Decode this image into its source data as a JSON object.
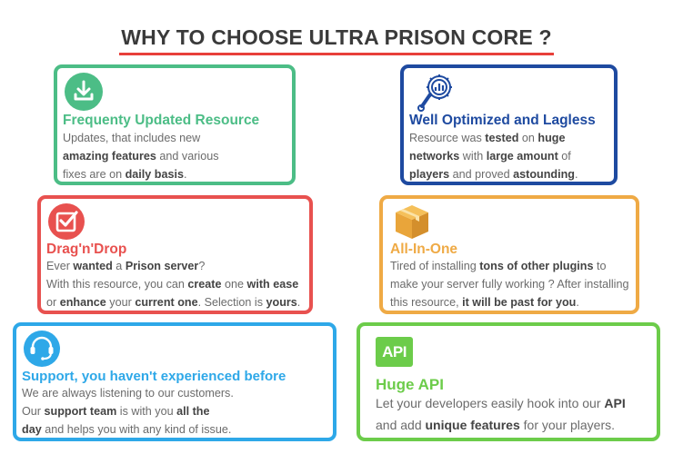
{
  "heading": "WHY TO CHOOSE ULTRA PRISON CORE ?",
  "colors": {
    "green": "#4cbd86",
    "navy": "#1e4aa0",
    "red": "#e8514f",
    "orange": "#efaa45",
    "blue": "#2ea8e8",
    "lime": "#6ccc4a"
  },
  "cards": [
    {
      "title": "Frequenty Updated Resource",
      "icon": "download-icon",
      "lines": [
        [
          {
            "t": "Updates, that includes new"
          }
        ],
        [
          {
            "t": "amazing features",
            "b": true
          },
          {
            "t": " and various"
          }
        ],
        [
          {
            "t": "fixes are on "
          },
          {
            "t": "daily basis",
            "b": true
          },
          {
            "t": "."
          }
        ]
      ]
    },
    {
      "title": "Well Optimized and Lagless",
      "icon": "gear-chart-icon",
      "lines": [
        [
          {
            "t": "Resource was "
          },
          {
            "t": "tested",
            "b": true
          },
          {
            "t": " on "
          },
          {
            "t": "huge",
            "b": true
          }
        ],
        [
          {
            "t": "networks",
            "b": true
          },
          {
            "t": " with "
          },
          {
            "t": "large amount",
            "b": true
          },
          {
            "t": " of"
          }
        ],
        [
          {
            "t": "players",
            "b": true
          },
          {
            "t": " and proved "
          },
          {
            "t": "astounding",
            "b": true
          },
          {
            "t": "."
          }
        ]
      ]
    },
    {
      "title": "Drag'n'Drop",
      "icon": "checkbox-icon",
      "lines": [
        [
          {
            "t": "Ever "
          },
          {
            "t": "wanted",
            "b": true
          },
          {
            "t": " a "
          },
          {
            "t": "Prison server",
            "b": true
          },
          {
            "t": "?"
          }
        ],
        [
          {
            "t": "With this resource, you can "
          },
          {
            "t": "create",
            "b": true
          },
          {
            "t": " one "
          },
          {
            "t": "with ease",
            "b": true
          }
        ],
        [
          {
            "t": "or "
          },
          {
            "t": "enhance",
            "b": true
          },
          {
            "t": " your "
          },
          {
            "t": "current one",
            "b": true
          },
          {
            "t": ". Selection is "
          },
          {
            "t": "yours",
            "b": true
          },
          {
            "t": "."
          }
        ]
      ]
    },
    {
      "title": "All-In-One",
      "icon": "box-icon",
      "lines": [
        [
          {
            "t": "Tired of installing "
          },
          {
            "t": "tons of other plugins",
            "b": true
          },
          {
            "t": " to"
          }
        ],
        [
          {
            "t": "make your server fully working ? After installing"
          }
        ],
        [
          {
            "t": "this resource, "
          },
          {
            "t": "it will be past for you",
            "b": true
          },
          {
            "t": "."
          }
        ]
      ]
    },
    {
      "title": "Support, you haven't experienced before",
      "icon": "headset-icon",
      "lines": [
        [
          {
            "t": "We are always listening to our customers."
          }
        ],
        [
          {
            "t": "Our "
          },
          {
            "t": "support team",
            "b": true
          },
          {
            "t": " is with you "
          },
          {
            "t": "all the",
            "b": true
          }
        ],
        [
          {
            "t": "day",
            "b": true
          },
          {
            "t": " and helps you with any kind of issue."
          }
        ]
      ]
    },
    {
      "title": "Huge API",
      "icon": "api-icon",
      "icon_text": "API",
      "lines": [
        [
          {
            "t": "Let your developers easily hook into our "
          },
          {
            "t": "API",
            "b": true
          }
        ],
        [
          {
            "t": "and add "
          },
          {
            "t": "unique features",
            "b": true
          },
          {
            "t": " for your players."
          }
        ]
      ]
    }
  ]
}
